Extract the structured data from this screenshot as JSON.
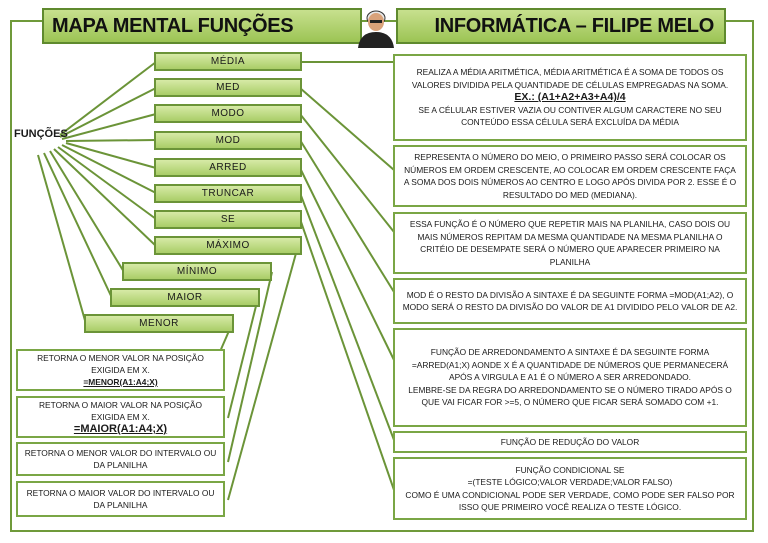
{
  "header": {
    "title_left": "MAPA MENTAL FUNÇÕES",
    "title_right": "INFORMÁTICA – FILIPE MELO"
  },
  "center": {
    "label": "FUNÇÕES"
  },
  "functions": {
    "media": "MÉDIA",
    "med": "MED",
    "modo": "MODO",
    "mod": "MOD",
    "arred": "ARRED",
    "truncar": "TRUNCAR",
    "se": "SE",
    "maximo": "MÁXIMO",
    "minimo": "MÍNIMO",
    "maior": "MAIOR",
    "menor": "MENOR"
  },
  "descriptions": {
    "media": {
      "line1": "REALIZA A MÉDIA ARITMÉTICA, MÉDIA ARITMÉTICA É A SOMA DE TODOS OS VALORES DIVIDIDA PELA QUANTIDADE DE CÉLULAS EMPREGADAS NA SOMA.",
      "example": "EX.: (A1+A2+A3+A4)/4",
      "line2": "SE A CÉLULAR ESTIVER VAZIA OU CONTIVER ALGUM CARACTERE NO SEU CONTEÚDO ESSA CÉLULA SERÁ EXCLUÍDA DA MÉDIA"
    },
    "med": "REPRESENTA O NÚMERO DO MEIO, O PRIMEIRO PASSO SERÁ COLOCAR OS NÚMEROS EM ORDEM CRESCENTE, AO COLOCAR EM ORDEM CRESCENTE FAÇA A SOMA DOS DOIS NÚMEROS AO CENTRO E LOGO APÓS DIVIDA POR 2. ESSE É O RESULTADO DO MED (MEDIANA).",
    "modo": "ESSA FUNÇÃO É O NÚMERO QUE REPETIR MAIS NA PLANILHA, CASO DOIS OU MAIS NÚMEROS REPITAM DA MESMA QUANTIDADE NA MESMA PLANILHA O CRITÉIO DE DESEMPATE SERÁ O NÚMERO QUE APARECER PRIMEIRO NA PLANILHA",
    "mod": "MOD É O RESTO DA DIVISÃO A SINTAXE É DA SEGUINTE FORMA =MOD(A1;A2), O MODO SERÁ O RESTO DA DIVISÃO DO VALOR DE A1 DIVIDIDO PELO VALOR DE A2.",
    "arred": {
      "line1": "FUNÇÃO DE ARREDONDAMENTO A SINTAXE É DA SEGUINTE FORMA =ARRED(A1;X) AONDE X É A QUANTIDADE DE NÚMEROS QUE PERMANECERÁ APÓS A VIRGULA E A1 É O NÚMERO A SER ARREDONDADO.",
      "line2": "LEMBRE-SE DA REGRA DO ARREDONDAMENTO SE O NÚMERO TIRADO APÓS O QUE VAI FICAR FOR >=5, O NÚMERO QUE FICAR SERÁ SOMADO COM +1."
    },
    "truncar": "FUNÇÃO DE REDUÇÃO DO VALOR",
    "se": {
      "line1": "FUNÇÃO CONDICIONAL SE",
      "line2": "=(TESTE LÓGICO;VALOR VERDADE;VALOR FALSO)",
      "line3": "COMO É UMA CONDICIONAL PODE SER VERDADE, COMO PODE SER FALSO POR ISSO QUE PRIMEIRO VOCÊ REALIZA O TESTE LÓGICO."
    }
  },
  "left_boxes": {
    "menor": {
      "text": "RETORNA O MENOR VALOR NA POSIÇÃO EXIGIDA EM X.",
      "formula": "=MENOR(A1:A4;X)"
    },
    "maior": {
      "text": "RETORNA O MAIOR VALOR NA POSIÇÃO EXIGIDA EM X.",
      "formula": "=MAIOR(A1:A4;X)"
    },
    "minimo": "RETORNA O MENOR VALOR DO INTERVALO OU DA PLANILHA",
    "maximo": "RETORNA O MAIOR VALOR DO INTERVALO OU DA PLANILHA"
  },
  "colors": {
    "accent": "#9cc454",
    "border": "#6b9438"
  },
  "icons": {
    "avatar": "person-avatar"
  }
}
